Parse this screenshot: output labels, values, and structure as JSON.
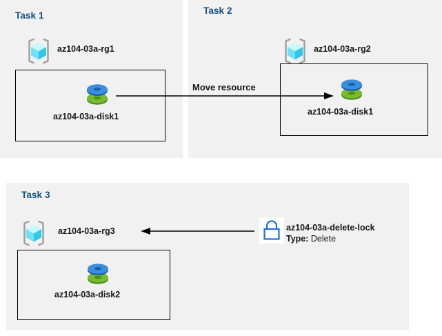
{
  "diagram": {
    "title_color": "#12507e",
    "panel_bg": "#f1f1f1",
    "page_bg": "#ffffff",
    "accent_cube": "#50e6ff",
    "accent_disk_top": "#3b8ede",
    "accent_disk_bottom": "#6fb92c",
    "accent_lock": "#1f6fe0"
  },
  "tasks": [
    {
      "title": "Task 1",
      "resource_group": {
        "icon": "resource-group-icon",
        "label": "az104-03a-rg1"
      },
      "resource": {
        "icon": "managed-disk-icon",
        "label": "az104-03a-disk1"
      }
    },
    {
      "title": "Task 2",
      "resource_group": {
        "icon": "resource-group-icon",
        "label": "az104-03a-rg2"
      },
      "resource": {
        "icon": "managed-disk-icon",
        "label": "az104-03a-disk1"
      }
    },
    {
      "title": "Task 3",
      "resource_group": {
        "icon": "resource-group-icon",
        "label": "az104-03a-rg3"
      },
      "resource": {
        "icon": "managed-disk-icon",
        "label": "az104-03a-disk2"
      },
      "lock": {
        "icon": "padlock-icon",
        "name": "az104-03a-delete-lock",
        "type_key": "Type:",
        "type_value": "Delete"
      }
    }
  ],
  "connectors": {
    "move": {
      "label": "Move resource",
      "direction": "right",
      "from": "az104-03a-disk1 in az104-03a-rg1",
      "to": "az104-03a-rg2"
    },
    "lock_applies": {
      "label": "",
      "direction": "left",
      "from": "az104-03a-delete-lock",
      "to": "az104-03a-rg3"
    }
  }
}
